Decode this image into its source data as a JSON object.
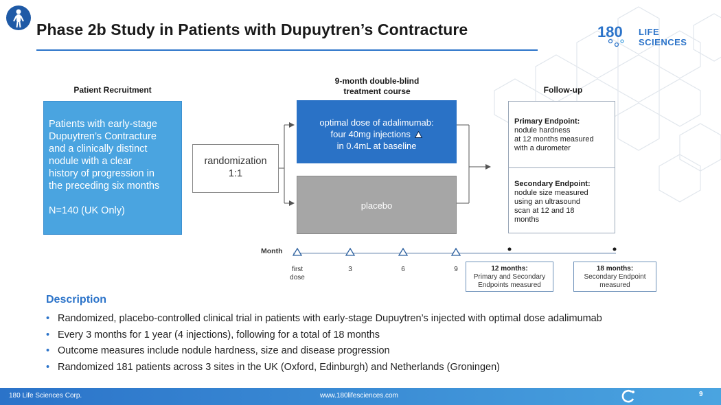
{
  "header": {
    "title": "Phase 2b Study in Patients with Dupuytren’s Contracture",
    "brand_number": "180",
    "brand_name": "LIFE SCIENCES"
  },
  "diagram": {
    "col_recruitment": "Patient Recruitment",
    "col_course_line1": "9-month double-blind",
    "col_course_line2": "treatment course",
    "col_followup": "Follow-up",
    "recruit_lines": [
      "Patients with early-stage",
      "Dupuytren’s Contracture",
      "and a clinically distinct",
      "nodule with a clear",
      "history of progression in",
      "the preceding six months"
    ],
    "recruit_n": "N=140 (UK Only)",
    "randomization_line1": "randomization",
    "randomization_line2": "1:1",
    "drug_line1": "optimal dose of adalimumab:",
    "drug_line2": "four 40mg injections",
    "drug_line3": "in 0.4mL at baseline",
    "placebo": "placebo",
    "primary_title": "Primary Endpoint:",
    "primary_lines": [
      "nodule hardness",
      "at 12 months measured",
      "with a durometer"
    ],
    "secondary_title": "Secondary Endpoint:",
    "secondary_lines": [
      "nodule size measured",
      "using an ultrasound",
      "scan at 12 and 18",
      "months"
    ]
  },
  "timeline": {
    "month_label": "Month",
    "ticks": [
      {
        "line1": "first",
        "line2": "dose"
      },
      {
        "line1": "3",
        "line2": ""
      },
      {
        "line1": "6",
        "line2": ""
      },
      {
        "line1": "9",
        "line2": ""
      }
    ],
    "callout_12_title": "12 months:",
    "callout_12_line1": "Primary and Secondary",
    "callout_12_line2": "Endpoints measured",
    "callout_18_title": "18 months:",
    "callout_18_line1": "Secondary Endpoint",
    "callout_18_line2": "measured"
  },
  "description": {
    "title": "Description",
    "bullets": [
      "Randomized, placebo-controlled clinical trial in patients with early-stage Dupuytren’s injected with optimal dose adalimumab",
      "Every 3 months for 1 year (4 injections), following for a total of 18 months",
      "Outcome measures include nodule hardness, size and disease progression",
      "Randomized 181 patients across 3 sites in the UK (Oxford, Edinburgh) and Netherlands (Groningen)"
    ]
  },
  "footer": {
    "company": "180 Life Sciences Corp.",
    "website": "www.180lifesciences.com",
    "page": "9"
  },
  "colors": {
    "accent": "#2b73c9",
    "recruit_box": "#4aa4e0",
    "drug_box": "#2a72c6",
    "placebo_box": "#a6a6a6"
  },
  "icons": [
    "person-skeleton-icon",
    "brand-logo-icon",
    "triangle-marker-icon",
    "footer-logo-icon"
  ]
}
